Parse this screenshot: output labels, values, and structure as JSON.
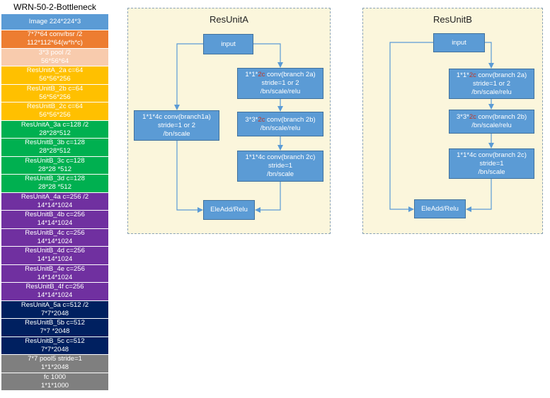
{
  "net_title": "WRN-50-2-Bottleneck",
  "layers": [
    {
      "lines": [
        "Image 224*224*3"
      ],
      "color": "#5b9bd5",
      "text_color": "#ffffff"
    },
    {
      "lines": [
        "7*7*64 conv/bsr /2",
        "112*112*64(w*h*c)"
      ],
      "color": "#ed7d31",
      "text_color": "#ffffff"
    },
    {
      "lines": [
        "3*3 pool /2",
        "56*56*64"
      ],
      "color": "#f8cbad",
      "text_color": "#ffffff"
    },
    {
      "lines": [
        "ResUnitA_2a c=64",
        "56*56*256"
      ],
      "color": "#ffc000",
      "text_color": "#ffffff"
    },
    {
      "lines": [
        "ResUnitB_2b c=64",
        "56*56*256"
      ],
      "color": "#ffc000",
      "text_color": "#ffffff"
    },
    {
      "lines": [
        "ResUnitB_2c c=64",
        "56*56*256"
      ],
      "color": "#ffc000",
      "text_color": "#ffffff"
    },
    {
      "lines": [
        "ResUnitA_3a c=128 /2",
        "28*28*512"
      ],
      "color": "#00b050",
      "text_color": "#ffffff"
    },
    {
      "lines": [
        "ResUnitB_3b c=128",
        "28*28*512"
      ],
      "color": "#00b050",
      "text_color": "#ffffff"
    },
    {
      "lines": [
        "ResUnitB_3c c=128",
        "28*28 *512"
      ],
      "color": "#00b050",
      "text_color": "#ffffff"
    },
    {
      "lines": [
        "ResUnitB_3d c=128",
        "28*28 *512"
      ],
      "color": "#00b050",
      "text_color": "#ffffff"
    },
    {
      "lines": [
        "ResUnitA_4a c=256 /2",
        "14*14*1024"
      ],
      "color": "#7030a0",
      "text_color": "#ffffff"
    },
    {
      "lines": [
        "ResUnitB_4b c=256",
        "14*14*1024"
      ],
      "color": "#7030a0",
      "text_color": "#ffffff"
    },
    {
      "lines": [
        "ResUnitB_4c c=256",
        "14*14*1024"
      ],
      "color": "#7030a0",
      "text_color": "#ffffff"
    },
    {
      "lines": [
        "ResUnitB_4d c=256",
        "14*14*1024"
      ],
      "color": "#7030a0",
      "text_color": "#ffffff"
    },
    {
      "lines": [
        "ResUnitB_4e c=256",
        "14*14*1024"
      ],
      "color": "#7030a0",
      "text_color": "#ffffff"
    },
    {
      "lines": [
        "ResUnitB_4f c=256",
        "14*14*1024"
      ],
      "color": "#7030a0",
      "text_color": "#ffffff"
    },
    {
      "lines": [
        "ResUnitA_5a c=512 /2",
        "7*7*2048"
      ],
      "color": "#002060",
      "text_color": "#ffffff"
    },
    {
      "lines": [
        "ResUnitB_5b c=512",
        "7*7 *2048"
      ],
      "color": "#002060",
      "text_color": "#ffffff"
    },
    {
      "lines": [
        "ResUnitB_5c c=512",
        "7*7*2048"
      ],
      "color": "#002060",
      "text_color": "#ffffff"
    },
    {
      "lines": [
        "7*7 pool5 stride=1",
        "1*1*2048"
      ],
      "color": "#7f7f7f",
      "text_color": "#ffffff"
    },
    {
      "lines": [
        "fc 1000",
        "1*1*1000"
      ],
      "color": "#7f7f7f",
      "text_color": "#ffffff"
    }
  ],
  "unitA": {
    "title": "ResUnitA",
    "input": "input",
    "branch1": [
      "1*1*4c conv(branch1a)",
      "stride=1 or 2",
      "/bn/scale"
    ],
    "b2a": {
      "pre": "1*1*",
      "hl": "2c",
      "post": " conv(branch 2a)",
      "rest": [
        "stride=1 or 2",
        "/bn/scale/relu"
      ]
    },
    "b2b": {
      "pre": "3*3*",
      "hl": "2c",
      "post": " conv(branch 2b)",
      "rest": [
        "/bn/scale/relu"
      ]
    },
    "b2c": [
      "1*1*4c conv(branch 2c)",
      "stride=1",
      "/bn/scale"
    ],
    "add": "EleAdd/Relu"
  },
  "unitB": {
    "title": "ResUnitB",
    "input": "input",
    "b2a": {
      "pre": "1*1*",
      "hl": "2c",
      "post": " conv(branch 2a)",
      "rest": [
        "stride=1 or 2",
        "/bn/scale/relu"
      ]
    },
    "b2b": {
      "pre": "3*3*",
      "hl": "2c",
      "post": " conv(branch 2b)",
      "rest": [
        "/bn/scale/relu"
      ]
    },
    "b2c": [
      "1*1*4c conv(branch 2c)",
      "stride=1",
      "/bn/scale"
    ],
    "add": "EleAdd/Relu"
  },
  "colors": {
    "node_fill": "#5b9bd5",
    "node_border": "#41719c",
    "highlight": "#c0392b",
    "panel_fill": "#fbf6dc"
  }
}
